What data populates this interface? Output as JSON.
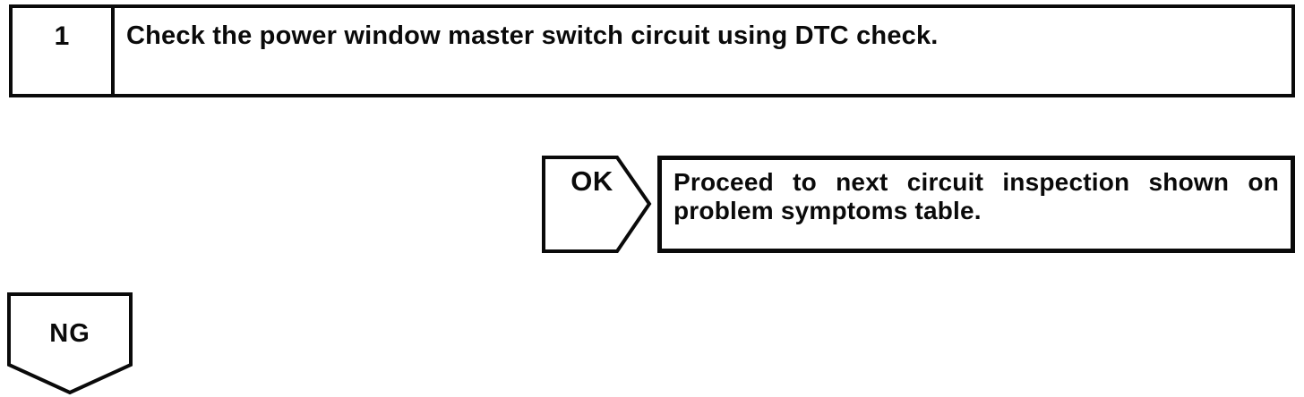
{
  "step": {
    "number": "1",
    "instruction": "Check the power window master switch circuit using DTC check."
  },
  "ok_branch": {
    "label": "OK",
    "action": "Proceed to next circuit inspection shown on problem symptoms table.",
    "action_lines": [
      "Proceed to next circuit inspection shown on",
      "problem symptoms table."
    ]
  },
  "ng_branch": {
    "label": "NG"
  },
  "colors": {
    "ink": "#0a0a0a",
    "paper": "#ffffff"
  }
}
